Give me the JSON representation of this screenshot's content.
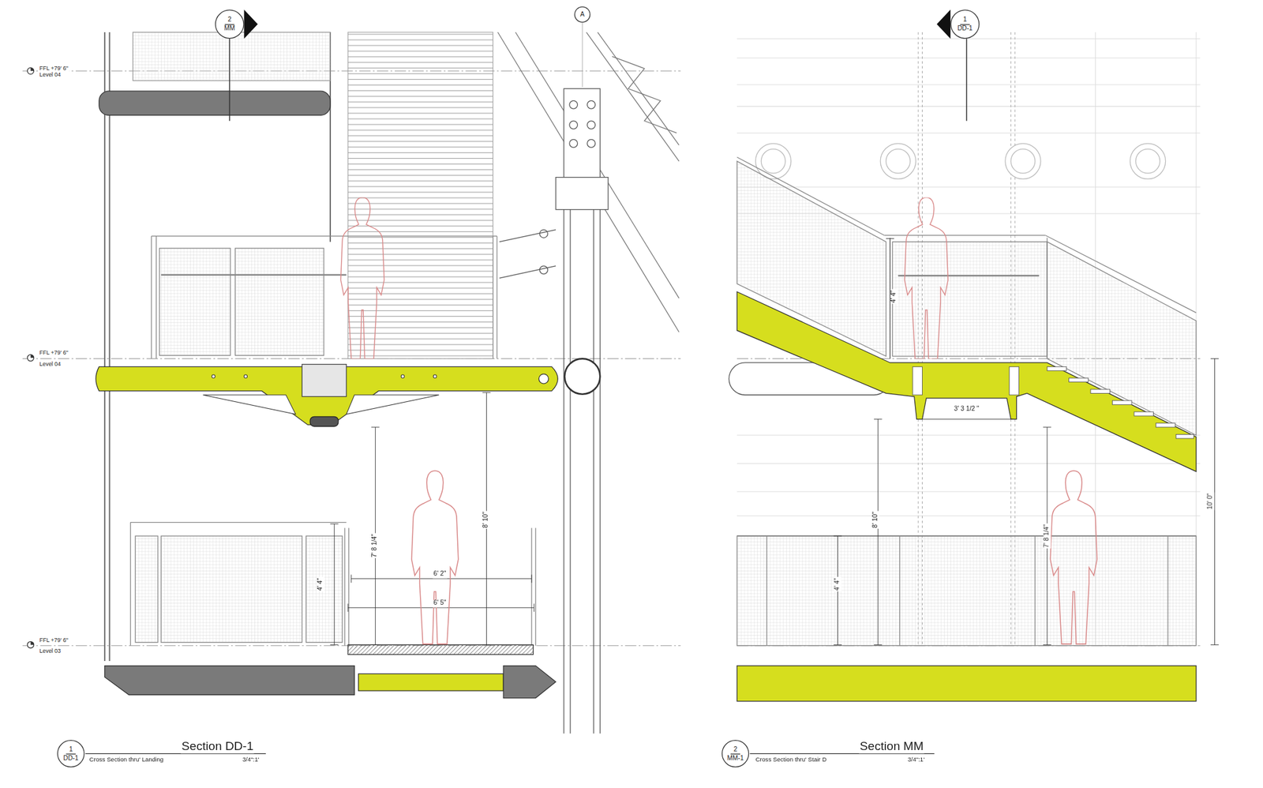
{
  "diagram": {
    "nodes": [
      {
        "text": [
          "2",
          "MM"
        ]
      },
      {
        "text": [
          "A"
        ]
      },
      {
        "text": [
          "1",
          "DD-1"
        ]
      },
      {
        "text": [
          "1",
          "DD-1"
        ]
      },
      {
        "text": [
          "2",
          "MM-1"
        ]
      }
    ],
    "labels": [
      "FFL +79' 6\"",
      "Level 04",
      "FFL +79' 6\"",
      "Level 04",
      "FFL +79' 6\"",
      "Level 03",
      "7' 8 1/4\"",
      "8' 10\"",
      "6' 2\"",
      "6' 5\"",
      "4' 4\"",
      "Section DD-1",
      "Cross Section thru' Landing",
      "3/4\":1'",
      "4' 4\"",
      "3' 3 1/2 \"",
      "8' 10\"",
      "7' 8 1/4\"",
      "10' 0\"",
      "4' 4\"",
      "Section MM",
      "Cross Section thru' Stair D",
      "3/4\":1'"
    ]
  }
}
